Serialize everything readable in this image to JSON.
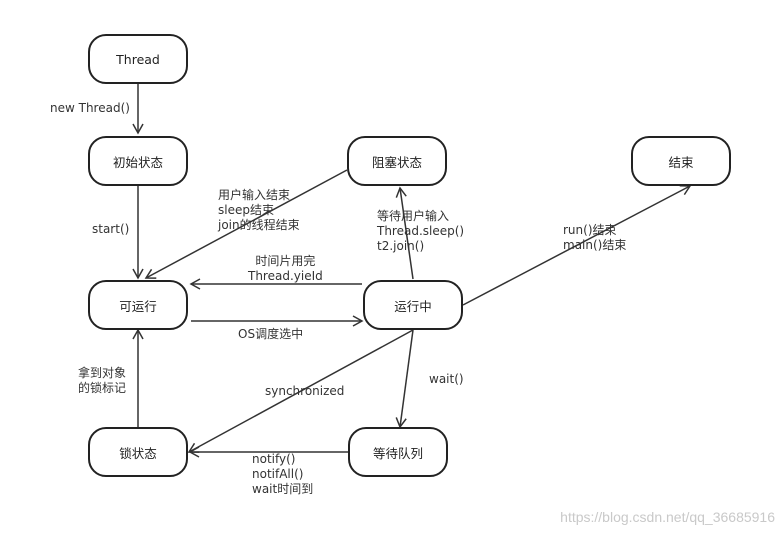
{
  "states": {
    "thread": "Thread",
    "initial": "初始状态",
    "blocked": "阻塞状态",
    "terminated": "结束",
    "runnable": "可运行",
    "running": "运行中",
    "locked": "锁状态",
    "waiting": "等待队列"
  },
  "edges": {
    "new_thread": "new Thread()",
    "start": "start()",
    "blocked_to_runnable": [
      "用户输入结束",
      "sleep结束",
      "join的线程结束"
    ],
    "running_to_blocked": [
      "等待用户输入",
      "Thread.sleep()",
      "t2.join()"
    ],
    "running_to_end": [
      "run()结束",
      "main()结束"
    ],
    "running_to_runnable": [
      "时间片用完",
      "Thread.yieId"
    ],
    "runnable_to_running": "OS调度选中",
    "lock_to_runnable": [
      "拿到对象",
      "的锁标记"
    ],
    "synchronized": "synchronized",
    "wait": "wait()",
    "waiting_to_lock": [
      "notify()",
      "notifAll()",
      "wait时间到"
    ]
  },
  "watermark": "https://blog.csdn.net/qq_36685916"
}
